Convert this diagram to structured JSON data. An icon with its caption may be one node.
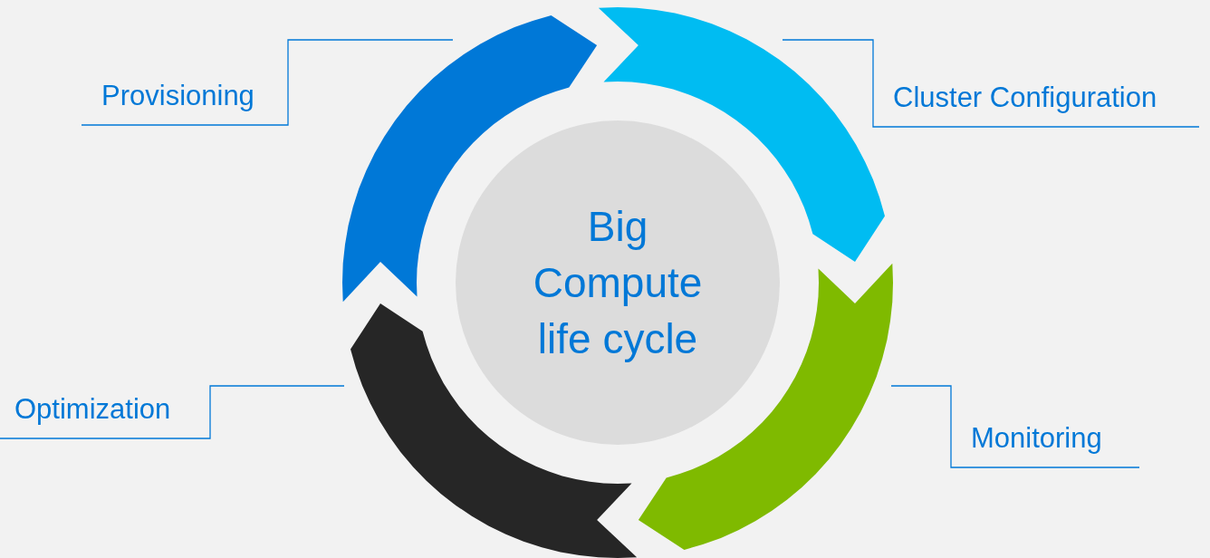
{
  "diagram": {
    "nodes": [
      {
        "text": [
          "Big Compute life cycle"
        ]
      },
      {
        "text": [
          "Provisioning"
        ]
      },
      {
        "text": [
          "Cluster Configuration"
        ]
      },
      {
        "text": [
          "Monitoring"
        ]
      },
      {
        "text": [
          "Optimization"
        ]
      },
      {
        "text": [],
        "shape": "arc"
      },
      {
        "text": [],
        "shape": "arc"
      },
      {
        "text": [],
        "shape": "arc"
      },
      {
        "text": [],
        "shape": "arc"
      }
    ],
    "edges": [
      {
        "from": 1,
        "to": 5,
        "arrow": "none"
      },
      {
        "from": 2,
        "to": 6,
        "arrow": "none"
      },
      {
        "from": 3,
        "to": 7,
        "arrow": "none"
      },
      {
        "from": 4,
        "to": 8,
        "arrow": "none"
      }
    ]
  }
}
